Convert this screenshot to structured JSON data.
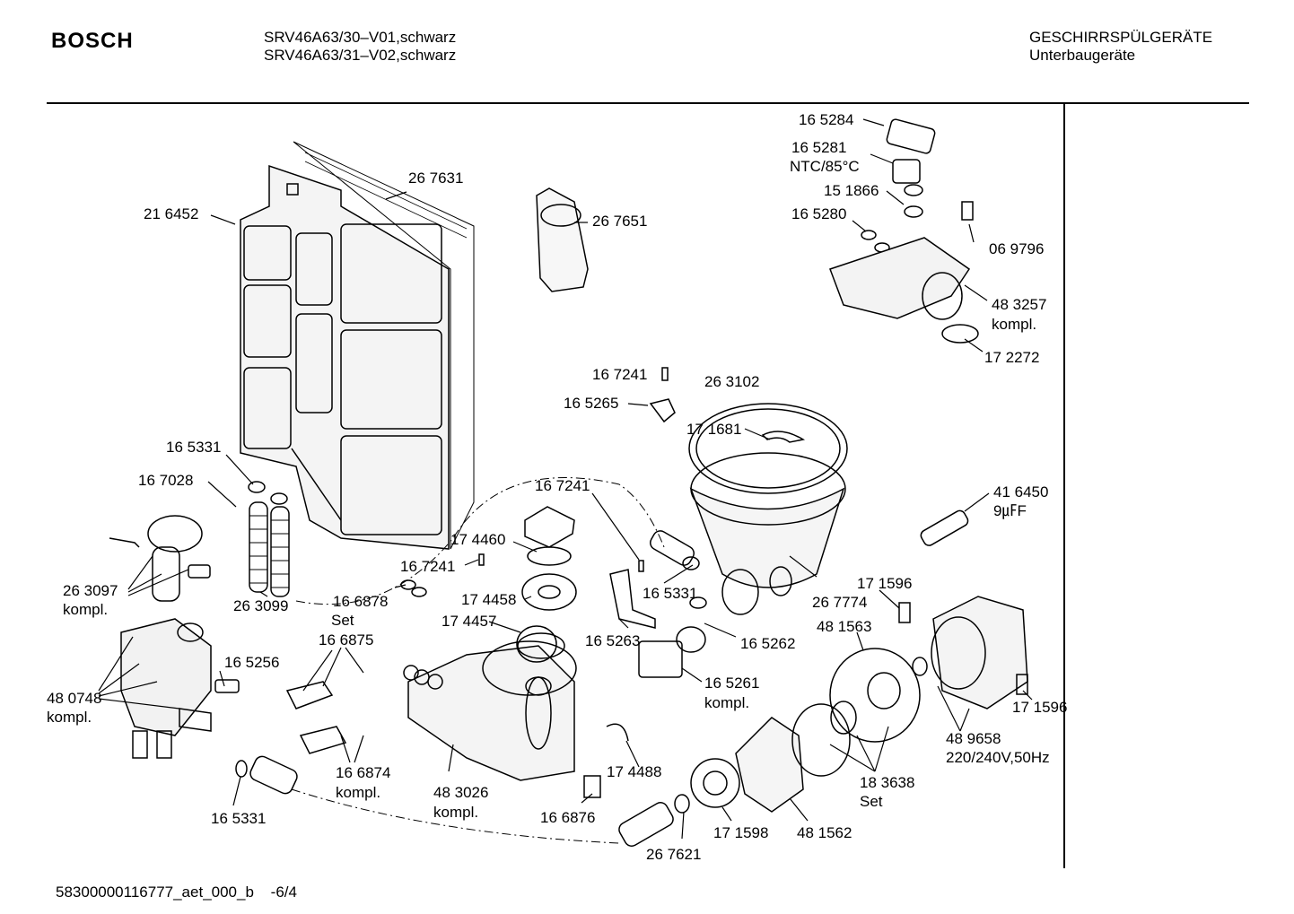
{
  "header": {
    "brand": "BOSCH",
    "model_line_1": "SRV46A63/30–V01,schwarz",
    "model_line_2": "SRV46A63/31–V02,schwarz",
    "category": "GESCHIRRSPÜLGERÄTE",
    "subcategory": "Unterbaugeräte"
  },
  "footer": {
    "doc_id": "58300000116777_aet_000_b",
    "page": "-6/4"
  },
  "labels": {
    "p165284": "16 5284",
    "p165281": "16 5281",
    "ntc": "NTC/85°C",
    "p151866": "15 1866",
    "p165280": "16 5280",
    "p069796": "06 9796",
    "p483257": "48 3257",
    "kompl_483257": "kompl.",
    "p172272": "17 2272",
    "p267631": "26 7631",
    "p216452": "21 6452",
    "p267651": "26 7651",
    "p167241a": "16 7241",
    "p165265": "16 5265",
    "p263102": "26 3102",
    "p171681": "17 1681",
    "p165331a": "16 5331",
    "p167028": "16 7028",
    "p167241b": "16 7241",
    "p174460": "17 4460",
    "p167241c": "16 7241",
    "p416450": "41 6450",
    "cap": "9㎌F",
    "p263097": "26 3097",
    "kompl_263097": "kompl.",
    "p263099": "26 3099",
    "p166878": "16 6878",
    "set_166878": "Set",
    "p174458": "17 4458",
    "p165331b": "16 5331",
    "p267774": "26 7774",
    "p171596a": "17 1596",
    "p174457": "17 4457",
    "p165263": "16 5263",
    "p165262": "16 5262",
    "p481563": "48 1563",
    "p166875": "16 6875",
    "p165256": "16 5256",
    "p165261": "16 5261",
    "kompl_165261": "kompl.",
    "p480748": "48 0748",
    "kompl_480748": "kompl.",
    "p171596b": "17 1596",
    "p174488": "17 4488",
    "p489658": "48 9658",
    "volt": "220/240V,50Hz",
    "p166874": "16 6874",
    "kompl_166874": "kompl.",
    "p483026": "48 3026",
    "kompl_483026": "kompl.",
    "p183638": "18 3638",
    "set_183638": "Set",
    "p165331c": "16 5331",
    "p166876": "16 6876",
    "p171598": "17 1598",
    "p481562": "48 1562",
    "p267621": "26 7621"
  }
}
